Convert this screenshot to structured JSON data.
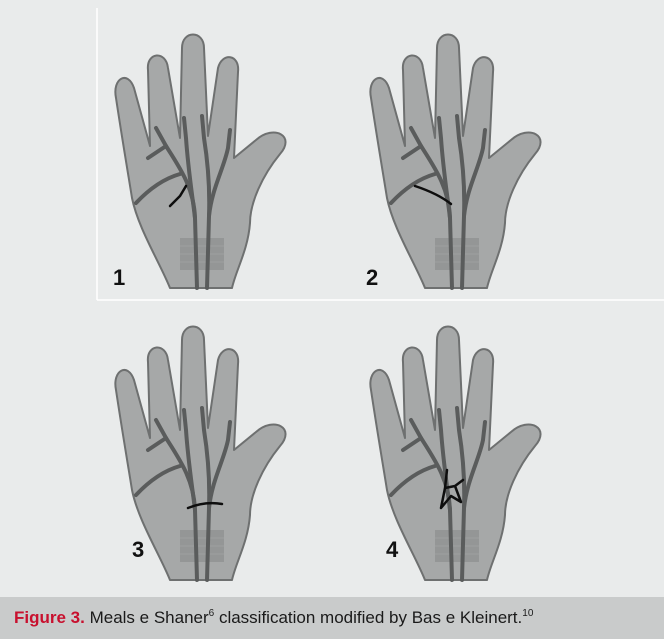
{
  "figure": {
    "panels": [
      {
        "label": "1",
        "description_variant": "type-1"
      },
      {
        "label": "2",
        "description_variant": "type-2"
      },
      {
        "label": "3",
        "description_variant": "type-3"
      },
      {
        "label": "4",
        "description_variant": "type-4"
      }
    ]
  },
  "caption": {
    "lead": "Figure 3.",
    "text_a": " Meals e Shaner",
    "ref_a": "6",
    "text_b": " classification modified by Bas e Kleinert.",
    "ref_b": "10"
  },
  "colors": {
    "background": "#e9ebeb",
    "hand_fill": "#a6a8a8",
    "hand_outline": "#6e7070",
    "arches": "#5a5c5c",
    "lesion": "#0e0e0e",
    "caption_bar": "#c9cbcb",
    "caption_lead": "#c8102e"
  }
}
